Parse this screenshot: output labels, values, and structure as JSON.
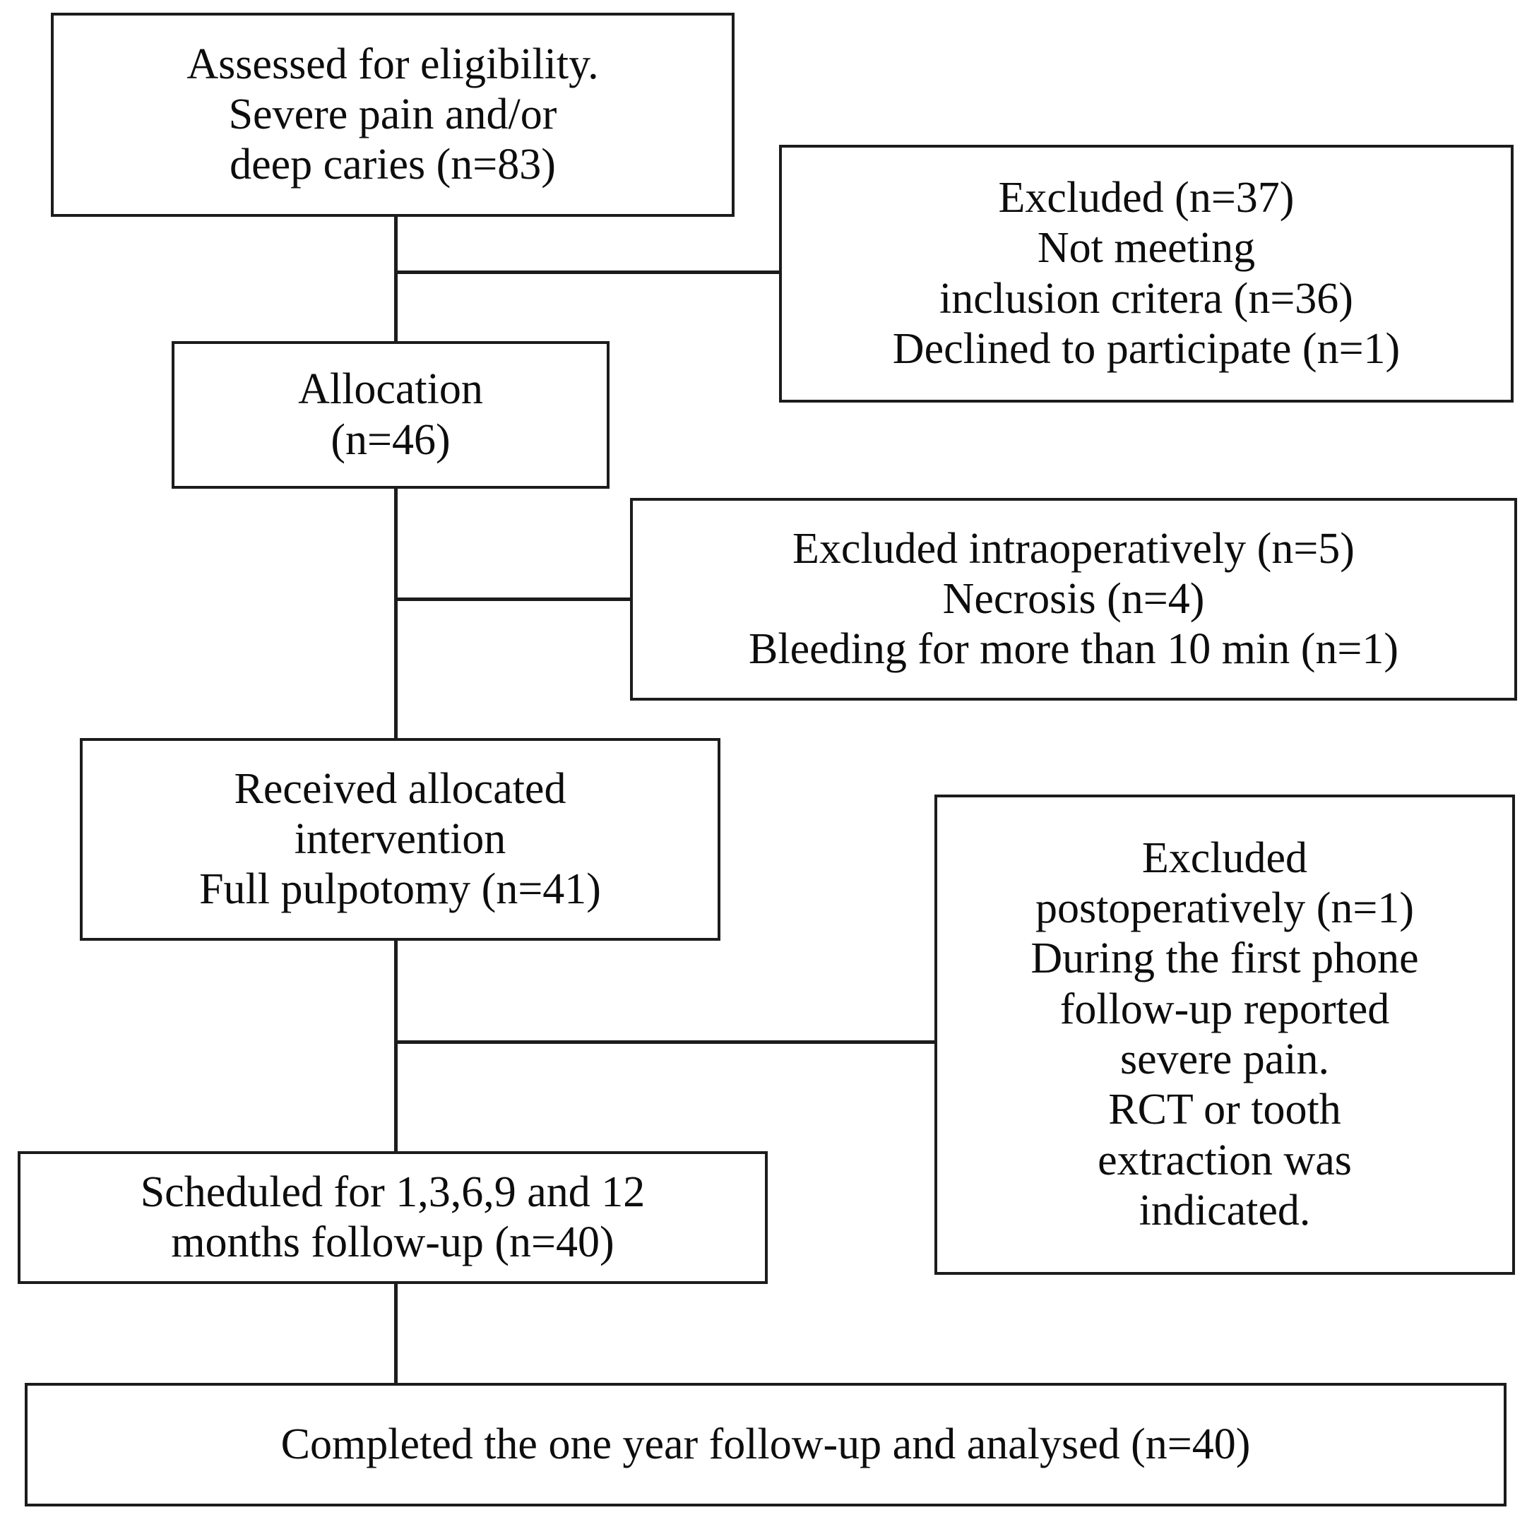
{
  "diagram": {
    "type": "flowchart",
    "colors": {
      "border": "#1c1c1c",
      "text": "#0d0d0d",
      "background": "#ffffff",
      "connector": "#1c1c1c"
    },
    "boxes": {
      "assessed": {
        "lines": [
          "Assessed for eligibility.",
          "Severe pain and/or",
          "deep caries (n=83)"
        ]
      },
      "excluded_screening": {
        "lines": [
          "Excluded (n=37)",
          "Not meeting",
          "inclusion critera (n=36)",
          "Declined to participate (n=1)"
        ]
      },
      "allocation": {
        "lines": [
          "Allocation",
          "(n=46)"
        ]
      },
      "excluded_intraoperatively": {
        "lines": [
          "Excluded intraoperatively (n=5)",
          "Necrosis (n=4)",
          "Bleeding for more than 10 min (n=1)"
        ]
      },
      "received_intervention": {
        "lines": [
          "Received allocated",
          "intervention",
          "Full pulpotomy (n=41)"
        ]
      },
      "excluded_postoperatively": {
        "lines": [
          "Excluded",
          "postoperatively (n=1)",
          "During the first phone",
          "follow-up reported",
          "severe pain.",
          "RCT or tooth",
          "extraction was",
          "indicated."
        ]
      },
      "scheduled": {
        "lines": [
          "Scheduled for 1,3,6,9 and 12",
          "months follow-up (n=40)"
        ]
      },
      "completed": {
        "lines": [
          "Completed the one year follow-up and analysed (n=40)"
        ]
      }
    }
  }
}
